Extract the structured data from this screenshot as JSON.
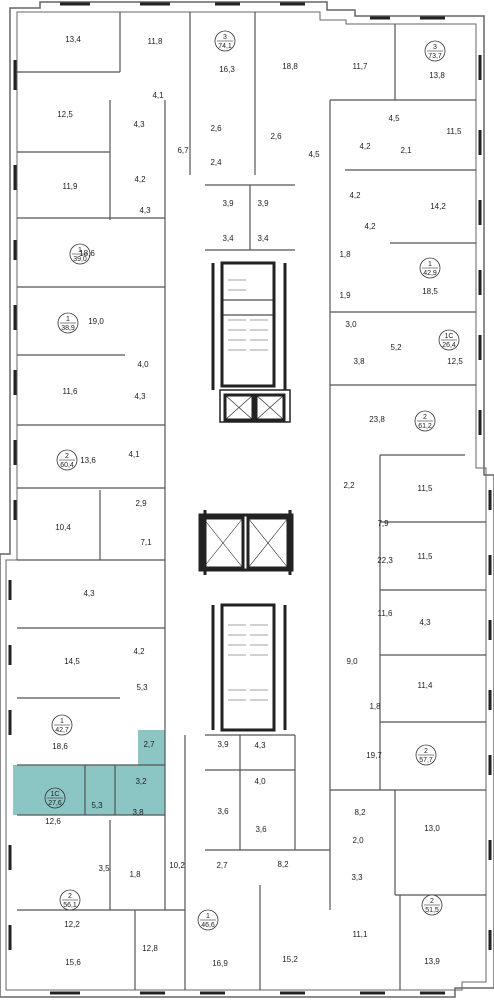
{
  "highlight_color": "#8cc6c4",
  "apartments": [
    {
      "id": "apt-3-nw",
      "rooms": "3",
      "total": "74,1"
    },
    {
      "id": "apt-3-ne",
      "rooms": "3",
      "total": "73,7"
    },
    {
      "id": "apt-1-39-0",
      "rooms": "1",
      "total": "39,0"
    },
    {
      "id": "apt-1-42-9",
      "rooms": "1",
      "total": "42,9"
    },
    {
      "id": "apt-1-38-9",
      "rooms": "1",
      "total": "38,9"
    },
    {
      "id": "apt-1c-26-4",
      "rooms": "1С",
      "total": "26,4"
    },
    {
      "id": "apt-2-61-2",
      "rooms": "2",
      "total": "61,2"
    },
    {
      "id": "apt-2-60-4",
      "rooms": "2",
      "total": "60,4"
    },
    {
      "id": "apt-1-42-7",
      "rooms": "1",
      "total": "42,7"
    },
    {
      "id": "apt-2-57-7",
      "rooms": "2",
      "total": "57,7"
    },
    {
      "id": "apt-1c-27-6",
      "rooms": "1С",
      "total": "27,6",
      "highlighted": true
    },
    {
      "id": "apt-2-56-1",
      "rooms": "2",
      "total": "56,1"
    },
    {
      "id": "apt-1-46-6",
      "rooms": "1",
      "total": "46,6"
    },
    {
      "id": "apt-2-51-5",
      "rooms": "2",
      "total": "51,5"
    }
  ],
  "rooms": [
    "13,4",
    "11,8",
    "16,3",
    "18,8",
    "11,7",
    "13,8",
    "4,1",
    "12,5",
    "4,3",
    "2,6",
    "2,6",
    "11,5",
    "4,5",
    "6,7",
    "4,2",
    "2,1",
    "2,4",
    "4,5",
    "11,9",
    "4,2",
    "4,2",
    "14,2",
    "4,3",
    "3,9",
    "3,9",
    "18,6",
    "3,4",
    "3,4",
    "4,2",
    "1,8",
    "18,5",
    "1,9",
    "19,0",
    "3,0",
    "5,2",
    "3,8",
    "12,5",
    "4,0",
    "11,6",
    "4,3",
    "23,8",
    "4,1",
    "13,6",
    "2,2",
    "11,5",
    "2,9",
    "10,4",
    "7,9",
    "7,1",
    "11,5",
    "4,3",
    "22,3",
    "4,2",
    "11,6",
    "4,3",
    "14,5",
    "9,0",
    "5,3",
    "11,4",
    "1,8",
    "18,6",
    "2,7",
    "19,7",
    "3,9",
    "4,3",
    "3,2",
    "4,0",
    "5,3",
    "3,8",
    "8,2",
    "12,6",
    "3,6",
    "3,6",
    "13,0",
    "2,0",
    "10,2",
    "2,7",
    "8,2",
    "3,5",
    "1,8",
    "3,3",
    "12,2",
    "15,6",
    "12,8",
    "16,9",
    "15,2",
    "11,1",
    "13,9"
  ]
}
